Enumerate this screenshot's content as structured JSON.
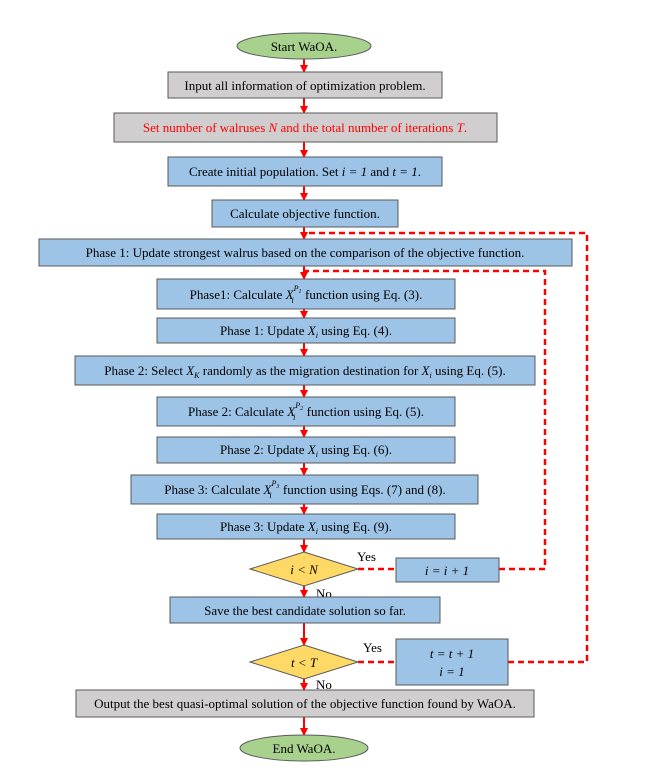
{
  "start": "Start WaOA.",
  "end": "End WaOA.",
  "input": "Input all information of optimization problem.",
  "set_params": {
    "prefix": "Set number of walruses ",
    "var_n": "N",
    "middle": " and the total number of iterations ",
    "var_t": "T",
    "suffix": "."
  },
  "init_pop": {
    "prefix": "Create initial population. Set ",
    "expr_i": "i = 1",
    "middle": " and ",
    "expr_t": "t = 1",
    "suffix": "."
  },
  "calc_obj": "Calculate objective function.",
  "phase1_update_strongest": "Phase 1: Update strongest walrus based on the comparison of the objective function.",
  "phase1_calc": {
    "prefix": "Phase1: Calculate ",
    "var": "X",
    "sub": "i",
    "sup": "P",
    "sup_sub": "1",
    "suffix": " function using Eq. (3)."
  },
  "phase1_update": {
    "prefix": "Phase 1: Update ",
    "var": "X",
    "sub": "i",
    "suffix": " using Eq. (4)."
  },
  "phase2_select": {
    "prefix": "Phase 2: Select ",
    "var_k": "X",
    "sub_k": "K",
    "middle": " randomly as the migration destination for ",
    "var_i": "X",
    "sub_i": "i",
    "suffix": " using Eq. (5)."
  },
  "phase2_calc": {
    "prefix": "Phase 2: Calculate ",
    "var": "X",
    "sub": "i",
    "sup": "P",
    "sup_sub": "2",
    "suffix": " function using Eq. (5)."
  },
  "phase2_update": {
    "prefix": "Phase 2: Update ",
    "var": "X",
    "sub": "i",
    "suffix": " using Eq. (6)."
  },
  "phase3_calc": {
    "prefix": "Phase 3: Calculate ",
    "var": "X",
    "sub": "i",
    "sup": "P",
    "sup_sub": "3",
    "suffix": " function using Eqs. (7) and (8)."
  },
  "phase3_update": {
    "prefix": "Phase 3: Update ",
    "var": "X",
    "sub": "i",
    "suffix": " using Eq. (9)."
  },
  "decision_i": "i < N",
  "decision_t": "t < T",
  "inc_i": "i = i + 1",
  "inc_t_line1": "t = t + 1",
  "inc_t_line2": "i = 1",
  "save_best": "Save the best candidate solution so far.",
  "output": "Output the best quasi-optimal solution of the objective function found by WaOA.",
  "yes": "Yes",
  "no": "No",
  "colors": {
    "terminal_fill": "#a9d18e",
    "gray_fill": "#d0cece",
    "blue_fill": "#9dc3e6",
    "diamond_fill": "#ffd966",
    "arrow_red": "#ff0000",
    "outline": "#595959"
  }
}
